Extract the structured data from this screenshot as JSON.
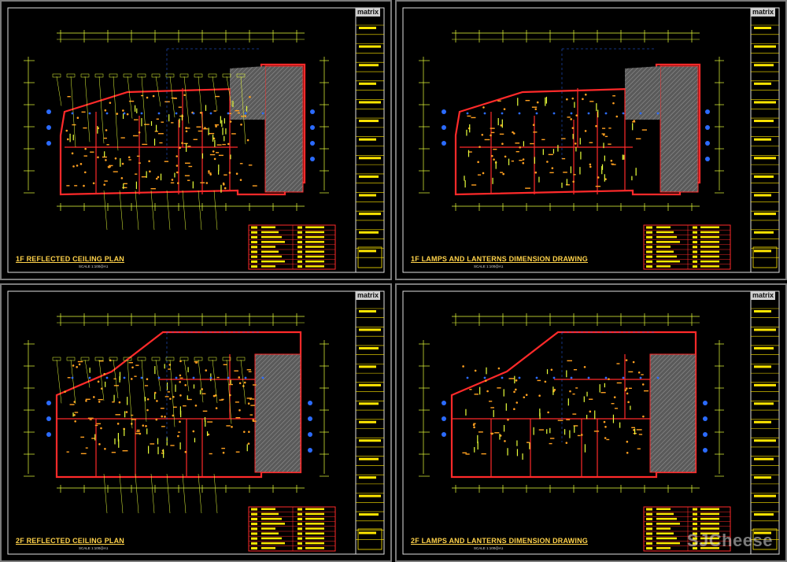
{
  "viewports": [
    {
      "title": "1F REFLECTED CEILING PLAN",
      "scale": "SCALE 1:100@A1",
      "logo": "matrix"
    },
    {
      "title": "1F LAMPS AND LANTERNS DIMENSION DRAWING",
      "scale": "SCALE 1:100@A1",
      "logo": "matrix"
    },
    {
      "title": "2F REFLECTED CEILING PLAN",
      "scale": "SCALE 1:100@A1",
      "logo": "matrix"
    },
    {
      "title": "2F LAMPS AND LANTERNS DIMENSION DRAWING",
      "scale": "SCALE 1:100@A1",
      "logo": "matrix"
    }
  ],
  "watermark": "SJCheese",
  "colors": {
    "background": "#000000",
    "frame": "#e0e0e0",
    "wall": "#ff2a2a",
    "fixture": "#ffa020",
    "dimension": "#e8ff3a",
    "marker": "#2b6bff",
    "hatch": "#8a8a8a",
    "titleblock": "#ffe600"
  }
}
